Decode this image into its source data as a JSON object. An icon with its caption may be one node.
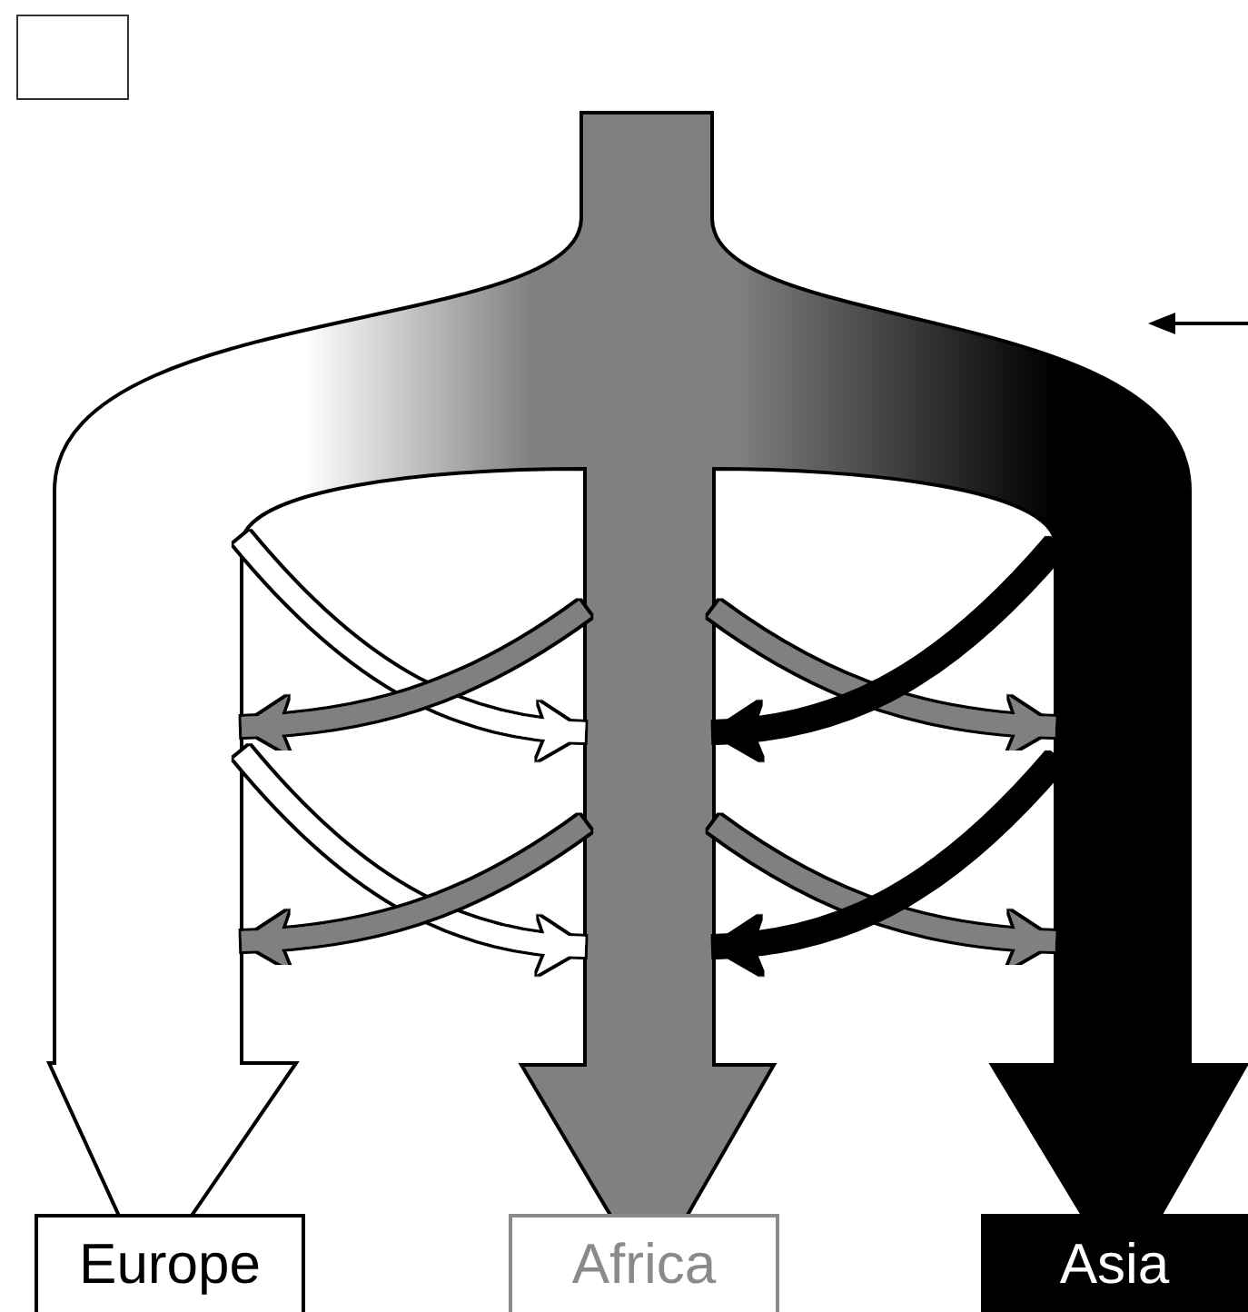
{
  "diagram": {
    "nodes": [
      {
        "text": [],
        "shape": "box"
      },
      {
        "text": [],
        "shape": "bar"
      },
      {
        "text": [],
        "shape": "bar"
      },
      {
        "text": [],
        "shape": "bar"
      },
      {
        "text": [
          "Europe"
        ]
      },
      {
        "text": [
          "Africa"
        ]
      },
      {
        "text": [
          "Asia"
        ]
      }
    ],
    "edges": [
      {
        "from": 1,
        "to": 2,
        "arrow": "to",
        "color": "#ffffff"
      },
      {
        "from": 1,
        "to": 2,
        "arrow": "to",
        "color": "#ffffff"
      },
      {
        "from": 2,
        "to": 1,
        "arrow": "to"
      },
      {
        "from": 2,
        "to": 1,
        "arrow": "to"
      },
      {
        "from": 2,
        "to": 3,
        "arrow": "to"
      },
      {
        "from": 2,
        "to": 3,
        "arrow": "to"
      },
      {
        "from": 3,
        "to": 2,
        "arrow": "to",
        "color": "#000000"
      },
      {
        "from": 3,
        "to": 2,
        "arrow": "to",
        "color": "#000000"
      }
    ]
  }
}
